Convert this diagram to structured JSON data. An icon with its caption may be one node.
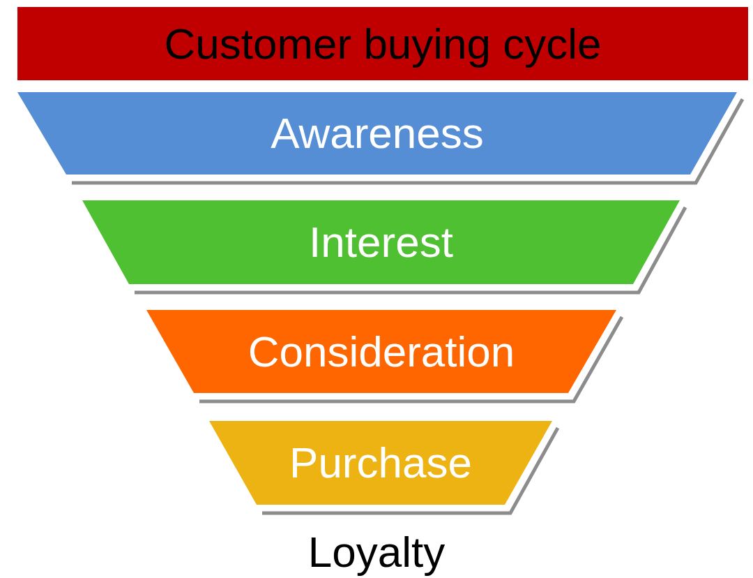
{
  "diagram": {
    "title": "Customer buying cycle",
    "nodes": [
      {
        "text": [
          "Awareness"
        ]
      },
      {
        "text": [
          "Interest"
        ]
      },
      {
        "text": [
          "Consideration"
        ]
      },
      {
        "text": [
          "Purchase"
        ]
      }
    ],
    "labels": [
      "Loyalty"
    ]
  }
}
